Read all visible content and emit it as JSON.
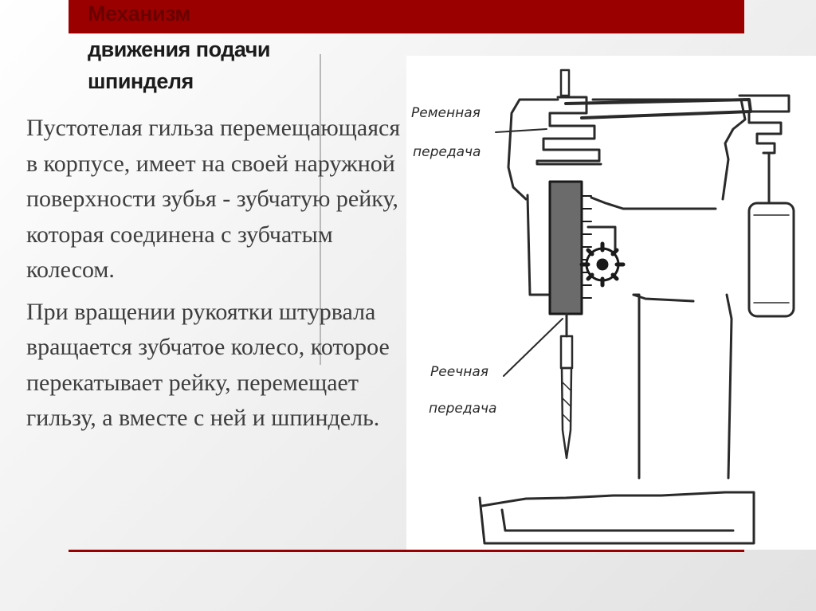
{
  "slide": {
    "accent_color": "#9b0000",
    "title_lines": [
      "Механизм",
      "движения подачи",
      "шпинделя"
    ],
    "paragraphs": [
      "Пустотелая гильза перемещающаяся в корпусе, имеет на своей наружной поверхности зубья - зубчатую рейку, которая соединена с зубчатым колесом.",
      "При вращении рукоятки штурвала вращается зубчатое колесо, которое перекатывает рейку, перемещает гильзу, а вместе с ней и шпиндель."
    ]
  },
  "diagram": {
    "labels": {
      "belt_line1": "Ременная",
      "belt_line2": "передача",
      "rack_line1": "Реечная",
      "rack_line2": "передача"
    }
  }
}
